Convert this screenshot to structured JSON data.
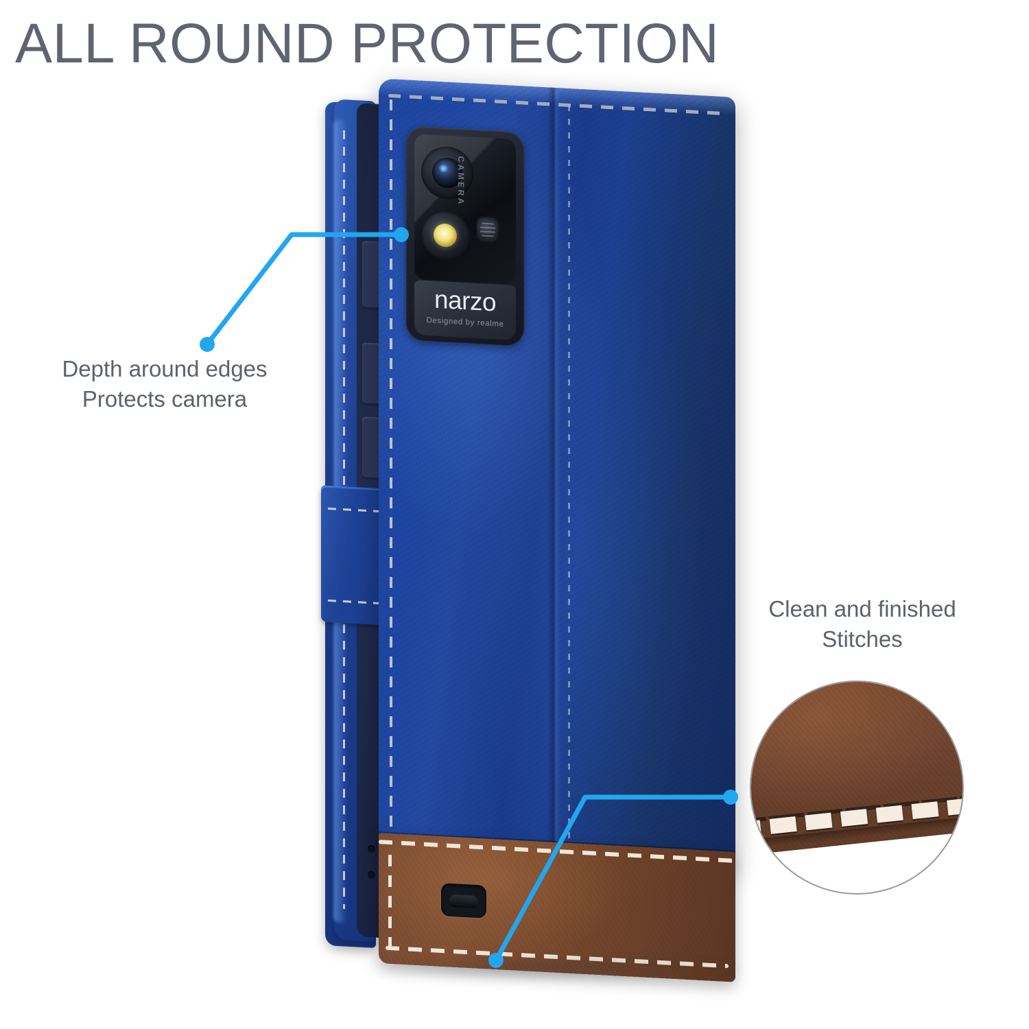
{
  "headline": {
    "text": "ALL ROUND PROTECTION",
    "color": "#5f6472"
  },
  "callouts": [
    {
      "id": "depth-edges",
      "line1": "Depth around edges",
      "line2": "Protects camera",
      "pointer_color": "#22a6f0",
      "target": "camera-module-edge"
    },
    {
      "id": "stitches",
      "line1": "Clean and finished",
      "line2": "Stitches",
      "pointer_color": "#22a6f0",
      "target": "brown-leather-stitch-seam"
    }
  ],
  "product": {
    "type": "leather-wallet-flip-case",
    "body_color_name": "Blue",
    "body_color": "#1b3c8c",
    "accent_color_name": "Brown",
    "accent_color": "#6e4430",
    "stitch_color": "#e9dfd2",
    "phone": {
      "brand": "narzo",
      "brand_subtitle": "Designed by realme",
      "camera_label": "CAMERA"
    },
    "features": [
      "raised camera bezel",
      "magnetic closure strap",
      "precise port cutouts",
      "side button covers"
    ]
  },
  "inset": {
    "id": "stitch-magnifier",
    "subject": "brown leather seam with white saddle stitching",
    "border_color": "#9b9b9b"
  },
  "icons": {
    "pointer_dot": "dot-marker-icon",
    "camera_lens": "camera-lens-icon",
    "flash": "led-flash-icon",
    "port": "charging-port-icon"
  }
}
